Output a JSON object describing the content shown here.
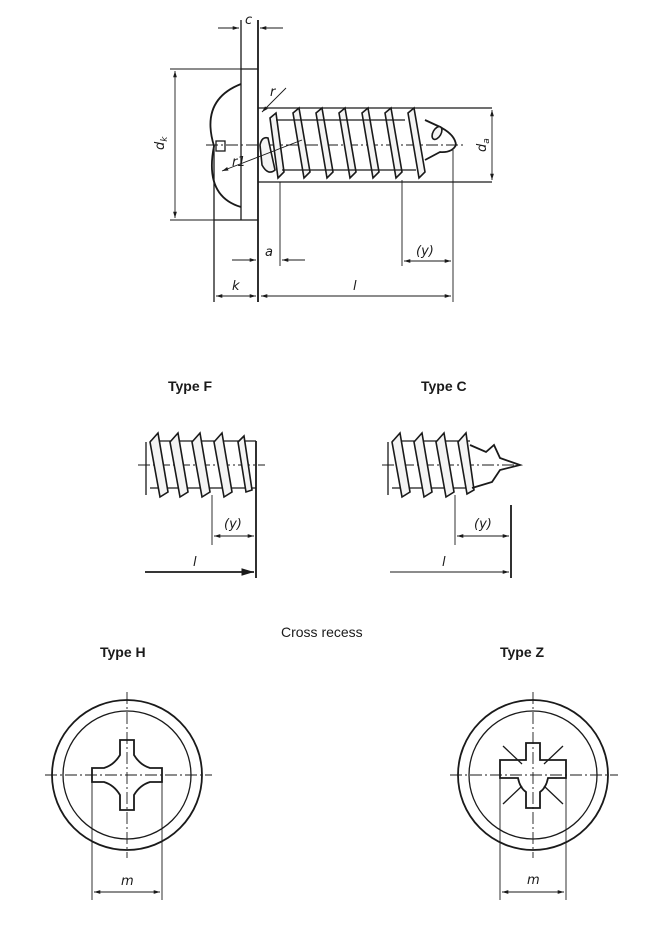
{
  "figure": {
    "main_view": {
      "labels": {
        "c": "c",
        "dk": "d",
        "dk_sub": "k",
        "r": "r",
        "r1": "r1",
        "da": "d",
        "da_sub": "a",
        "a": "a",
        "y": "(y)",
        "k": "k",
        "l": "l"
      }
    },
    "type_f": {
      "title": "Type F",
      "y_label": "(y)",
      "l_label": "l"
    },
    "type_c": {
      "title": "Type C",
      "y_label": "(y)",
      "l_label": "l"
    },
    "cross_recess": {
      "heading": "Cross recess",
      "type_h": {
        "title": "Type H",
        "m_label": "m"
      },
      "type_z": {
        "title": "Type Z",
        "m_label": "m"
      }
    }
  }
}
